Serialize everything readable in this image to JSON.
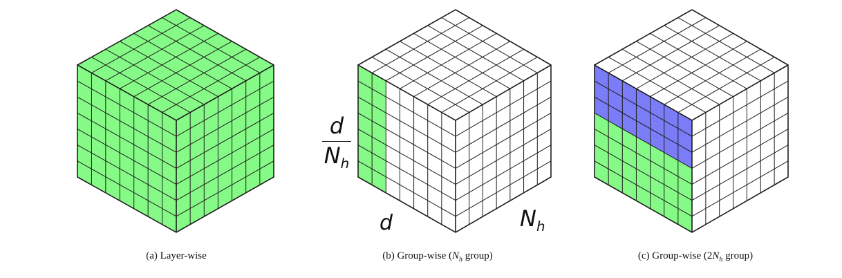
{
  "colors": {
    "green": "#86fa86",
    "blue": "#7b7cf7",
    "white": "#ffffff",
    "line": "#1d1d1d"
  },
  "grid_divisions": 7,
  "panels": [
    {
      "id": "a",
      "caption_prefix": "(a) Layer-wise",
      "caption_math_base": "",
      "caption_math_sub": "",
      "caption_suffix": "",
      "bands": [
        {
          "from": 0,
          "to": 1,
          "axis": "full",
          "color": "green"
        }
      ]
    },
    {
      "id": "b",
      "caption_prefix": "(b) Group-wise (",
      "caption_math_base": "N",
      "caption_math_sub": "h",
      "caption_suffix": " group)",
      "bands": [
        {
          "from": 0,
          "to": 1,
          "axis": "depth",
          "depth_to": 0.29,
          "color": "green"
        }
      ]
    },
    {
      "id": "c",
      "caption_prefix": "(c) Group-wise (2",
      "caption_math_base": "N",
      "caption_math_sub": "h",
      "caption_suffix": " group)",
      "bands": [
        {
          "from": 0,
          "to": 0.43,
          "axis": "depth",
          "depth_to": 1.0,
          "color": "blue"
        },
        {
          "from": 0.43,
          "to": 1,
          "axis": "depth",
          "depth_to": 1.0,
          "color": "green"
        }
      ]
    }
  ],
  "labels": {
    "frac_num": "d",
    "frac_den_base": "N",
    "frac_den_sub": "h",
    "left_edge": "d",
    "right_edge_base": "N",
    "right_edge_sub": "h"
  }
}
